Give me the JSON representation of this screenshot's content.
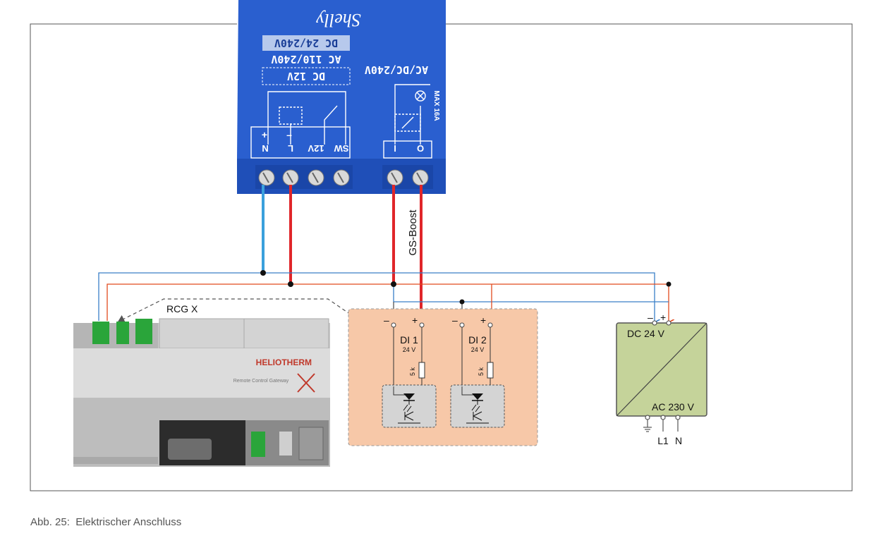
{
  "relay": {
    "brand": "Shelly",
    "rating_dc24": "DC 24/240V",
    "rating_ac": "AC 110/240V",
    "rating_dc12": "DC 12V",
    "output_rating": "AC/DC/240V",
    "max_current": "MAX 16A",
    "terminals": [
      "N",
      "L",
      "12V",
      "SW",
      "I",
      "O"
    ],
    "polarity_plus": "+",
    "polarity_minus": "–"
  },
  "wire_label": "GS-Boost",
  "gateway": {
    "label": "RCG X",
    "brand": "HELIOTHERM",
    "product": "Remote Control Gateway"
  },
  "inputs": [
    {
      "name": "DI 1",
      "voltage": "24 V",
      "resistor": "5 k",
      "minus": "–",
      "plus": "+"
    },
    {
      "name": "DI 2",
      "voltage": "24 V",
      "resistor": "5 k",
      "minus": "–",
      "plus": "+"
    }
  ],
  "psu": {
    "dc_label": "DC 24 V",
    "ac_label": "AC 230 V",
    "minus": "–",
    "plus": "+",
    "l1": "L1",
    "n": "N"
  },
  "caption": "Abb. 25:  Elektrischer Anschluss",
  "colors": {
    "relay_blue": "#2a5fcf",
    "wire_blue": "#3aa0dc",
    "wire_red": "#e0262a",
    "thin_red": "#e24a1e",
    "thin_blue": "#3a7fc8",
    "input_panel": "#f7c8a8",
    "psu_green": "#c5d39a"
  }
}
